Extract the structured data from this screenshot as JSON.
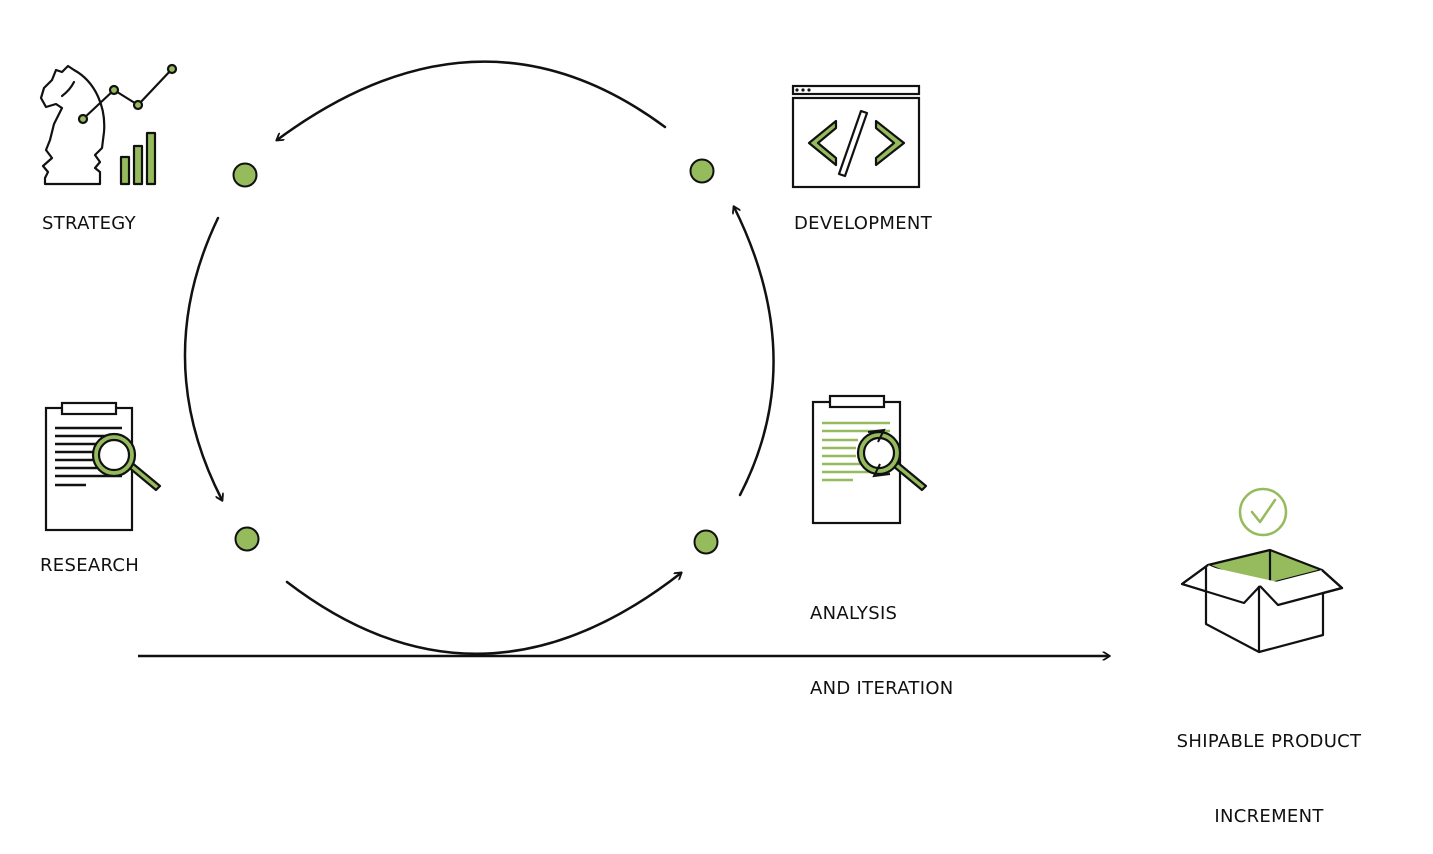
{
  "colors": {
    "accent": "#95bb5d",
    "stroke": "#111111",
    "background": "#ffffff"
  },
  "stages": [
    {
      "id": "strategy",
      "label": "STRATEGY",
      "icon": "chess-knight-chart-icon"
    },
    {
      "id": "development",
      "label": "DEVELOPMENT",
      "icon": "code-window-icon"
    },
    {
      "id": "analysis",
      "label_line1": "ANALYSIS",
      "label_line2": "AND ITERATION",
      "icon": "clipboard-refresh-search-icon"
    },
    {
      "id": "research",
      "label": "RESEARCH",
      "icon": "clipboard-search-icon"
    }
  ],
  "output": {
    "label_line1": "SHIPABLE PRODUCT",
    "label_line2": "INCREMENT",
    "icon": "open-box-check-icon"
  }
}
